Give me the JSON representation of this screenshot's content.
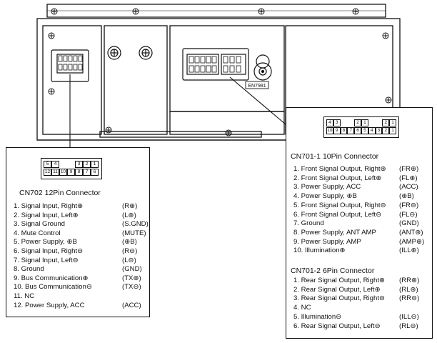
{
  "unit_label": "EN7981",
  "cn702": {
    "title": "CN702   12Pin Connector",
    "plug_top": [
      "5",
      "4",
      "",
      "",
      "3",
      "2",
      "1"
    ],
    "plug_bottom": [
      "12",
      "11",
      "10",
      "9",
      "8",
      "7",
      "6"
    ],
    "pins": [
      {
        "desc": "1.  Signal Input, Right⊕",
        "sig": "(R⊕)"
      },
      {
        "desc": "2.  Signal Input, Left⊕",
        "sig": "(L⊕)"
      },
      {
        "desc": "3.  Signal Ground",
        "sig": "(S.GND)"
      },
      {
        "desc": "4.  Mute Control",
        "sig": "(MUTE)"
      },
      {
        "desc": "5.  Power Supply, ⊕B",
        "sig": "(⊕B)"
      },
      {
        "desc": "6.  Signal Input, Right⊖",
        "sig": "(R⊖)"
      },
      {
        "desc": "7.  Signal Input, Left⊖",
        "sig": "(L⊖)"
      },
      {
        "desc": "8.  Ground",
        "sig": "(GND)"
      },
      {
        "desc": "9.  Bus Communication⊕",
        "sig": "(TX⊕)"
      },
      {
        "desc": "10. Bus Communication⊖",
        "sig": "(TX⊖)"
      },
      {
        "desc": "11. NC",
        "sig": ""
      },
      {
        "desc": "12. Power Supply, ACC",
        "sig": "(ACC)"
      }
    ]
  },
  "cn701_1": {
    "title": "CN701-1   10Pin Connector",
    "plug_top": [
      "4",
      "3",
      "",
      "",
      "2",
      "1",
      "",
      "",
      "2",
      "1"
    ],
    "plug_bottom": [
      "10",
      "9",
      "8",
      "7",
      "6",
      "5",
      "4",
      "3",
      "2",
      "1"
    ],
    "pins": [
      {
        "desc": "1.  Front Signal Output, Right⊕",
        "sig": "(FR⊕)"
      },
      {
        "desc": "2.  Front Signal Output, Left⊕",
        "sig": "(FL⊕)"
      },
      {
        "desc": "3.  Power Supply, ACC",
        "sig": "(ACC)"
      },
      {
        "desc": "4.  Power Supply, ⊕B",
        "sig": "(⊕B)"
      },
      {
        "desc": "5.  Front Signal Output, Right⊖",
        "sig": "(FR⊖)"
      },
      {
        "desc": "6.  Front Signal Output, Left⊖",
        "sig": "(FL⊖)"
      },
      {
        "desc": "7.  Ground",
        "sig": "(GND)"
      },
      {
        "desc": "8.  Power Supply, ANT AMP",
        "sig": "(ANT⊕)"
      },
      {
        "desc": "9.  Power Supply, AMP",
        "sig": "(AMP⊕)"
      },
      {
        "desc": "10. Illumination⊕",
        "sig": "(ILL⊕)"
      }
    ]
  },
  "cn701_2": {
    "title": "CN701-2   6Pin Connector",
    "pins": [
      {
        "desc": "1.  Rear Signal Output, Right⊕",
        "sig": "(RR⊕)"
      },
      {
        "desc": "2.  Rear Signal Output, Left⊕",
        "sig": "(RL⊕)"
      },
      {
        "desc": "3.  Rear Signal Output, Right⊖",
        "sig": "(RR⊖)"
      },
      {
        "desc": "4.  NC",
        "sig": ""
      },
      {
        "desc": "5.  Illumination⊖",
        "sig": "(ILL⊖)"
      },
      {
        "desc": "6.  Rear Signal Output, Left⊖",
        "sig": "(RL⊖)"
      }
    ]
  }
}
